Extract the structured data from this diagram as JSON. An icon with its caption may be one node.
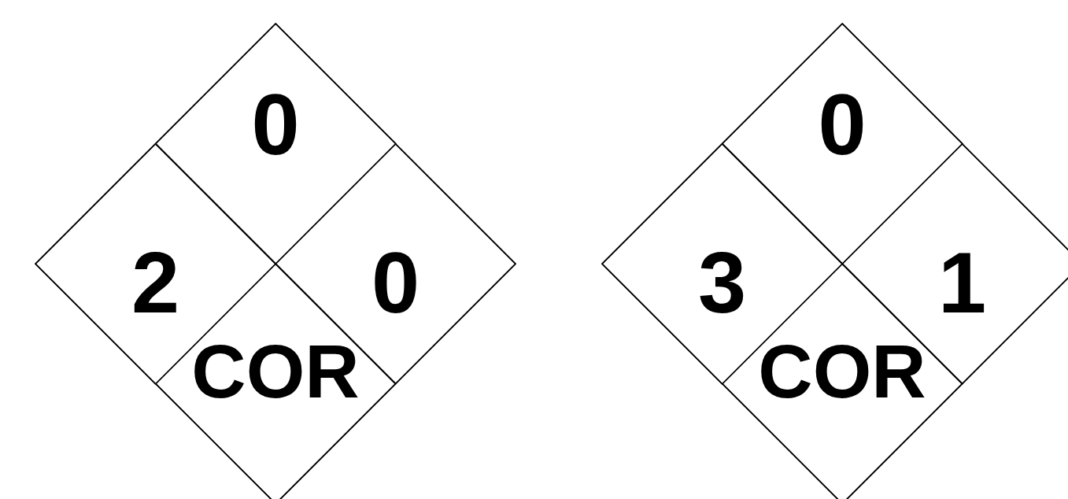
{
  "diagram": {
    "nodes": [
      {
        "text": [],
        "shape": "diamond"
      },
      {
        "text": [
          "0"
        ],
        "in": 0
      },
      {
        "text": [
          "2"
        ],
        "in": 0
      },
      {
        "text": [
          "0"
        ],
        "in": 0
      },
      {
        "text": [
          "COR"
        ],
        "in": 0
      },
      {
        "text": [],
        "shape": "diamond"
      },
      {
        "text": [
          "0"
        ],
        "in": 5
      },
      {
        "text": [
          "3"
        ],
        "in": 5
      },
      {
        "text": [
          "1"
        ],
        "in": 5
      },
      {
        "text": [
          "COR"
        ],
        "in": 5
      }
    ]
  }
}
